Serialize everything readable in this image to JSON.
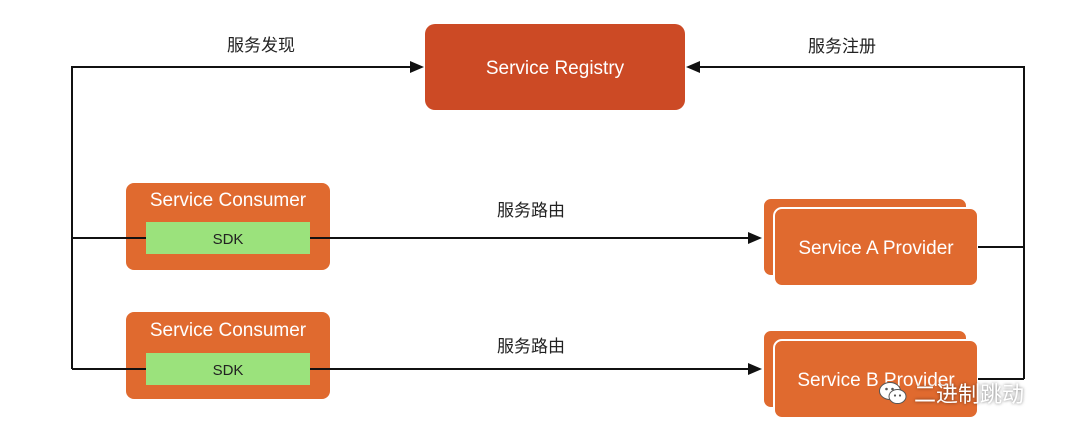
{
  "colors": {
    "registry_fill": "#cc4a25",
    "box_fill": "#e06a2f",
    "sdk_fill": "#9be27c",
    "line": "#111111"
  },
  "registry": {
    "label": "Service Registry"
  },
  "consumers": [
    {
      "title": "Service Consumer",
      "sdk": "SDK"
    },
    {
      "title": "Service Consumer",
      "sdk": "SDK"
    }
  ],
  "providers": [
    {
      "label": "Service A Provider"
    },
    {
      "label": "Service B Provider"
    }
  ],
  "edge_labels": {
    "discovery": "服务发现",
    "registration": "服务注册",
    "routing_1": "服务路由",
    "routing_2": "服务路由"
  },
  "watermark": {
    "icon": "wechat-icon",
    "text": "二进制跳动"
  }
}
